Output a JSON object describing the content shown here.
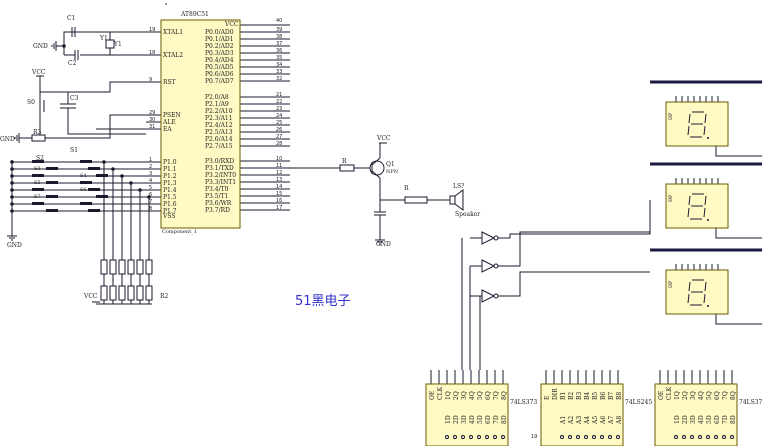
{
  "mcu": {
    "part": "AT89C51",
    "designator": "Component_1",
    "vcc_pin": "VCC",
    "vcc_num": "40",
    "vss_pin": "VSS",
    "left_pins": [
      {
        "num": "19",
        "name": "XTAL1"
      },
      {
        "num": "18",
        "name": "XTAL2"
      },
      {
        "num": "9",
        "name": "RST"
      },
      {
        "num": "29",
        "name": "PSEN"
      },
      {
        "num": "30",
        "name": "ALE"
      },
      {
        "num": "31",
        "name": "EA"
      },
      {
        "num": "1",
        "name": "P1.0"
      },
      {
        "num": "2",
        "name": "P1.1"
      },
      {
        "num": "3",
        "name": "P1.2"
      },
      {
        "num": "4",
        "name": "P1.3"
      },
      {
        "num": "5",
        "name": "P1.4"
      },
      {
        "num": "6",
        "name": "P1.5"
      },
      {
        "num": "7",
        "name": "P1.6"
      },
      {
        "num": "8",
        "name": "P1.7"
      }
    ],
    "right_pins": [
      {
        "num": "39",
        "name": "P0.0/AD0"
      },
      {
        "num": "38",
        "name": "P0.1/AD1"
      },
      {
        "num": "37",
        "name": "P0.2/AD2"
      },
      {
        "num": "36",
        "name": "P0.3/AD3"
      },
      {
        "num": "35",
        "name": "P0.4/AD4"
      },
      {
        "num": "34",
        "name": "P0.5/AD5"
      },
      {
        "num": "33",
        "name": "P0.6/AD6"
      },
      {
        "num": "32",
        "name": "P0.7/AD7"
      },
      {
        "num": "21",
        "name": "P2.0/A8"
      },
      {
        "num": "22",
        "name": "P2.1/A9"
      },
      {
        "num": "23",
        "name": "P2.2/A10"
      },
      {
        "num": "24",
        "name": "P2.3/A11"
      },
      {
        "num": "25",
        "name": "P2.4/A12"
      },
      {
        "num": "26",
        "name": "P2.5/A13"
      },
      {
        "num": "27",
        "name": "P2.6/A14"
      },
      {
        "num": "28",
        "name": "P2.7/A15"
      },
      {
        "num": "10",
        "name": "P3.0/RXD"
      },
      {
        "num": "11",
        "name": "P3.1/TXD"
      },
      {
        "num": "12",
        "name": "P3.2/INT0"
      },
      {
        "num": "13",
        "name": "P3.3/INT1"
      },
      {
        "num": "14",
        "name": "P3.4/T0"
      },
      {
        "num": "15",
        "name": "P3.5/T1"
      },
      {
        "num": "16",
        "name": "P3.6/WR"
      },
      {
        "num": "17",
        "name": "P3.7/RD"
      }
    ]
  },
  "labels": {
    "c1": "C1",
    "c2": "C2",
    "c3": "C3",
    "y1": "Y1",
    "gnd": "GND",
    "vcc": "VCC",
    "r3": "R3",
    "s0": "S0",
    "s1": "S1",
    "s2": "S2",
    "key_s": [
      "S3",
      "S4",
      "S5",
      "S6",
      "S7"
    ],
    "r": "R",
    "r2": "R2",
    "q1": "Q1",
    "npn": "NPN",
    "ls": "LS?",
    "speaker": "Speaker",
    "watermark": "51黑电子",
    "dp": "DP"
  },
  "chips": [
    {
      "name": "74LS373",
      "top": [
        "OE",
        "CLK",
        "1Q",
        "2Q",
        "3Q",
        "4Q",
        "5Q",
        "6Q",
        "7Q",
        "8Q"
      ],
      "bot": [
        "1D",
        "2D",
        "3D",
        "4D",
        "5D",
        "6D",
        "7D",
        "8D"
      ]
    },
    {
      "name": "74LS245",
      "top": [
        "E",
        "DIR",
        "B1",
        "B2",
        "B3",
        "B4",
        "B5",
        "B6",
        "B7",
        "B8"
      ],
      "bot": [
        "A1",
        "A2",
        "A3",
        "A4",
        "A5",
        "A6",
        "A7",
        "A8"
      ],
      "pin_num": "19"
    },
    {
      "name": "74LS37",
      "top": [
        "OE",
        "CLK",
        "1Q",
        "2Q",
        "3Q",
        "4Q",
        "5Q",
        "6Q",
        "7Q",
        "8Q"
      ],
      "bot": [
        "1D",
        "2D",
        "3D",
        "4D",
        "5D",
        "6D",
        "7D",
        "8D"
      ]
    }
  ]
}
